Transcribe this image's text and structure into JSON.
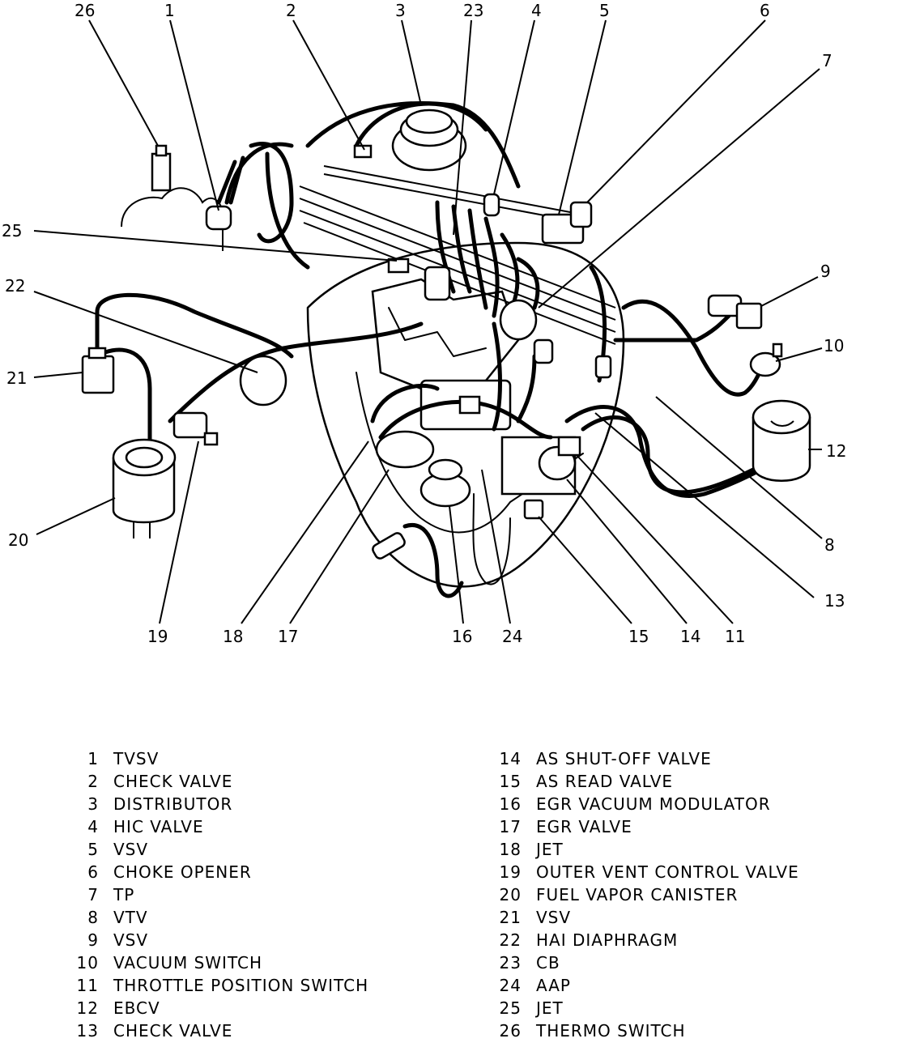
{
  "callouts": [
    "26",
    "1",
    "2",
    "3",
    "23",
    "4",
    "5",
    "6",
    "7",
    "25",
    "22",
    "9",
    "21",
    "10",
    "12",
    "20",
    "8",
    "13",
    "19",
    "18",
    "17",
    "16",
    "24",
    "15",
    "14",
    "11"
  ],
  "legend_left": [
    {
      "num": "1",
      "label": "TVSV"
    },
    {
      "num": "2",
      "label": "CHECK VALVE"
    },
    {
      "num": "3",
      "label": "DISTRIBUTOR"
    },
    {
      "num": "4",
      "label": "HIC VALVE"
    },
    {
      "num": "5",
      "label": "VSV"
    },
    {
      "num": "6",
      "label": "CHOKE OPENER"
    },
    {
      "num": "7",
      "label": "TP"
    },
    {
      "num": "8",
      "label": "VTV"
    },
    {
      "num": "9",
      "label": "VSV"
    },
    {
      "num": "10",
      "label": "VACUUM SWITCH"
    },
    {
      "num": "11",
      "label": "THROTTLE POSITION SWITCH"
    },
    {
      "num": "12",
      "label": "EBCV"
    },
    {
      "num": "13",
      "label": "CHECK VALVE"
    }
  ],
  "legend_right": [
    {
      "num": "14",
      "label": "AS SHUT-OFF VALVE"
    },
    {
      "num": "15",
      "label": "AS READ VALVE"
    },
    {
      "num": "16",
      "label": "EGR VACUUM MODULATOR"
    },
    {
      "num": "17",
      "label": "EGR VALVE"
    },
    {
      "num": "18",
      "label": "JET"
    },
    {
      "num": "19",
      "label": "OUTER VENT CONTROL VALVE"
    },
    {
      "num": "20",
      "label": "FUEL VAPOR CANISTER"
    },
    {
      "num": "21",
      "label": "VSV"
    },
    {
      "num": "22",
      "label": "HAI DIAPHRAGM"
    },
    {
      "num": "23",
      "label": "CB"
    },
    {
      "num": "24",
      "label": "AAP"
    },
    {
      "num": "25",
      "label": "JET"
    },
    {
      "num": "26",
      "label": "THERMO SWITCH"
    }
  ]
}
